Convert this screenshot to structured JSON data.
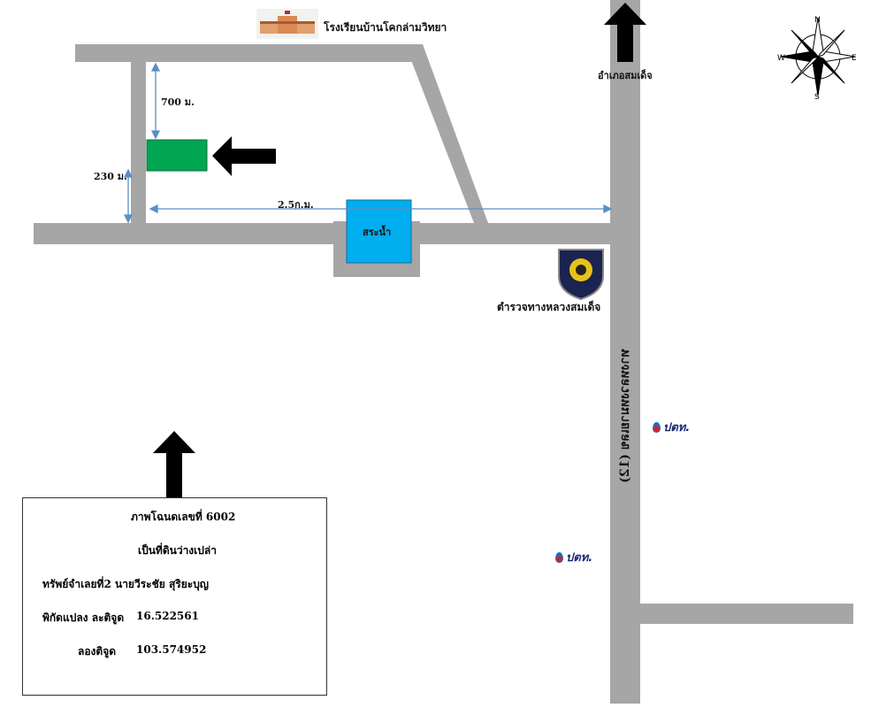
{
  "colors": {
    "road": "#a6a6a6",
    "pond": "#00aeef",
    "plot": "#00a651",
    "arrow": "#000000"
  },
  "labels": {
    "school": "โรงเรียนบ้านโคกล่ามวิทยา",
    "district": "อำเภอสมเด็จ",
    "dist_700": "700 ม.",
    "dist_230": "230 ม.",
    "dist_2_5": "2.5ก.ม.",
    "pond": "สระน้ำ",
    "police": "ตำรวจทางหลวงสมเด็จ",
    "highway": "ทางหลวงหมายเลข (12)",
    "ptt_1": "ปตท.",
    "ptt_2": "ปตท."
  },
  "compass": {
    "n": "N",
    "s": "S",
    "e": "E",
    "w": "W"
  },
  "info": {
    "title": "ภาพโฉนดเลขที่ 6002",
    "status": "เป็นที่ดินว่างเปล่า",
    "asset": "ทรัพย์จำเลยที่2  นายวีระชัย สุริยะบุญ",
    "lat_label": "พิกัดแปลง ละติจูด",
    "lat": "16.522561",
    "lon_label": "ลองติจูด",
    "lon": "103.574952"
  }
}
